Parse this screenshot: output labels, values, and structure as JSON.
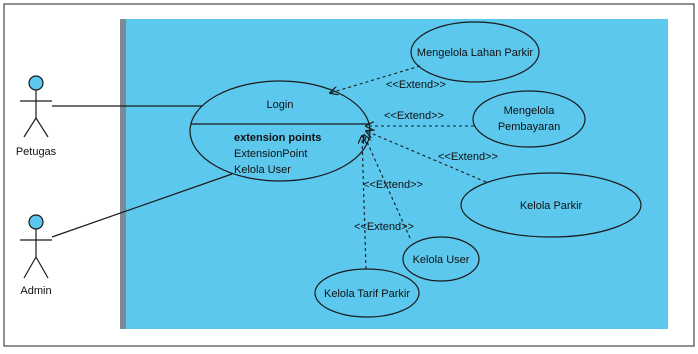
{
  "diagram": {
    "actors": {
      "petugas": "Petugas",
      "admin": "Admin"
    },
    "use_cases": {
      "login": {
        "title": "Login",
        "compartment_title": "extension points",
        "extension_points": [
          "ExtensionPoint",
          "Kelola User"
        ]
      },
      "mengelola_lahan_parkir": "Mengelola Lahan Parkir",
      "mengelola_pembayaran": [
        "Mengelola",
        "Pembayaran"
      ],
      "kelola_parkir": "Kelola Parkir",
      "kelola_user": "Kelola User",
      "kelola_tarif_parkir": "Kelola Tarif Parkir"
    },
    "relation_label": "<<Extend>>",
    "colors": {
      "system_fill": "#5cc8ee",
      "system_edge": "#7b8a96",
      "actor_head": "#5cc8ee",
      "line": "#1a1a1a"
    }
  }
}
